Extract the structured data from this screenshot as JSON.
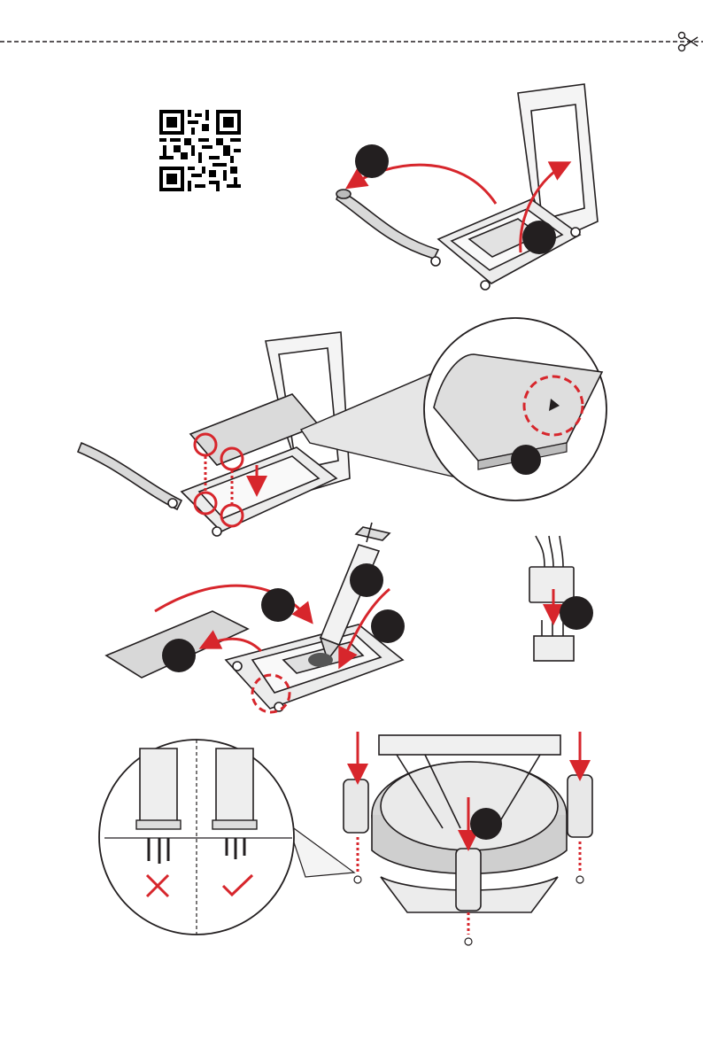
{
  "page": {
    "type": "cpu-and-cooler-installation-illustration",
    "accent_color": "#d7262c",
    "outline_color": "#231f20",
    "metal_fill": "#e6e6e6",
    "steps": [
      {
        "id": "open-load-lever",
        "icons": [
          "qr-code-icon",
          "arrow-open-lever-icon",
          "arrow-lift-frame-icon"
        ]
      },
      {
        "id": "insert-cpu",
        "icons": [
          "cpu-alignment-circles-icon",
          "triangle-marker-icon"
        ]
      },
      {
        "id": "apply-thermal-paste",
        "icons": [
          "cap-removal-arrow-icon",
          "syringe-icon",
          "fan-connector-icon"
        ]
      },
      {
        "id": "install-cooler",
        "icons": [
          "push-pin-arrow-icon",
          "incorrect-x-icon",
          "correct-check-icon"
        ]
      }
    ]
  }
}
